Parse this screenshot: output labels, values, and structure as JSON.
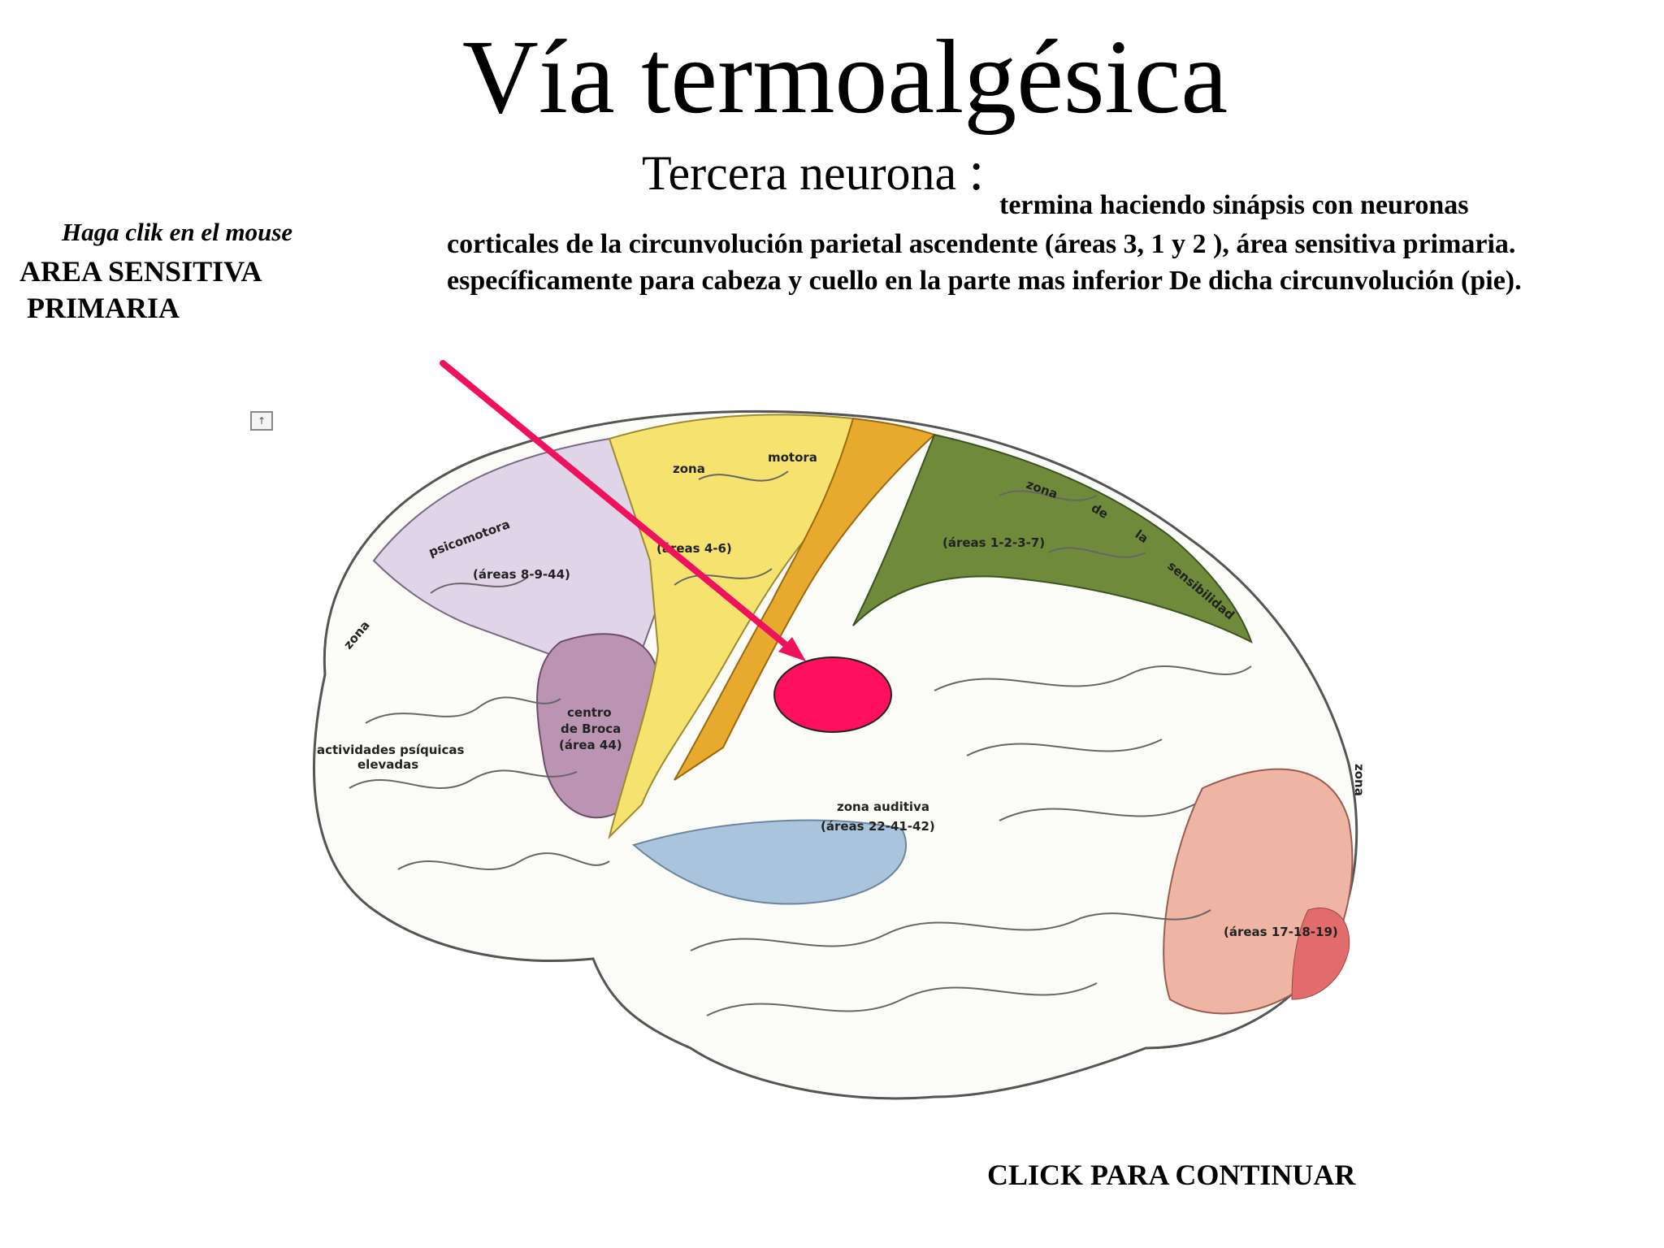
{
  "slide": {
    "title": "Vía termoalgésica",
    "subtitle": "Tercera neurona",
    "subtitle_colon": ":",
    "hint": "Haga clik en el mouse",
    "area_label": "AREA SENSITIVA\n PRIMARIA",
    "description_first_line": "termina haciendo sinápsis con neuronas",
    "description_rest": "corticales de la circunvolución parietal ascendente (áreas 3, 1 y 2 ), área sensitiva primaria. específicamente  para cabeza y cuello en la parte mas inferior De dicha circunvolución (pie).",
    "continue_label": "CLICK  PARA CONTINUAR"
  },
  "brain_labels": {
    "motora_zona": "zona",
    "motora": "motora",
    "motora_areas": "(áreas 4-6)",
    "psicomotora": "psicomotora",
    "psicomotora_areas": "(áreas 8-9-44)",
    "zona_left": "zona",
    "broca_1": "centro",
    "broca_2": "de Broca",
    "broca_3": "(área 44)",
    "psiquicas_1": "actividades psíquicas",
    "psiquicas_2": "elevadas",
    "sensitiva_areas": "(áreas 1-2-3-7)",
    "sensitiva_1": "zona",
    "sensitiva_2": "de",
    "sensitiva_3": "la",
    "sensitiva_4": "sensibilidad",
    "auditiva": "zona auditiva",
    "auditiva_areas": "(áreas 22-41-42)",
    "visual_areas": "(áreas 17-18-19)",
    "visual": "zona"
  },
  "nav_button_glyph": "↑",
  "colors": {
    "arrow": "#f0115e",
    "highlight": "#ff0f5f",
    "motor": "#f6e36f",
    "motor_band": "#e6a92c",
    "sensory": "#7a8a3a",
    "premotor": "#dccfe4",
    "broca": "#b98fb0",
    "auditory": "#aac4da",
    "visual": "#e9b0a0"
  }
}
